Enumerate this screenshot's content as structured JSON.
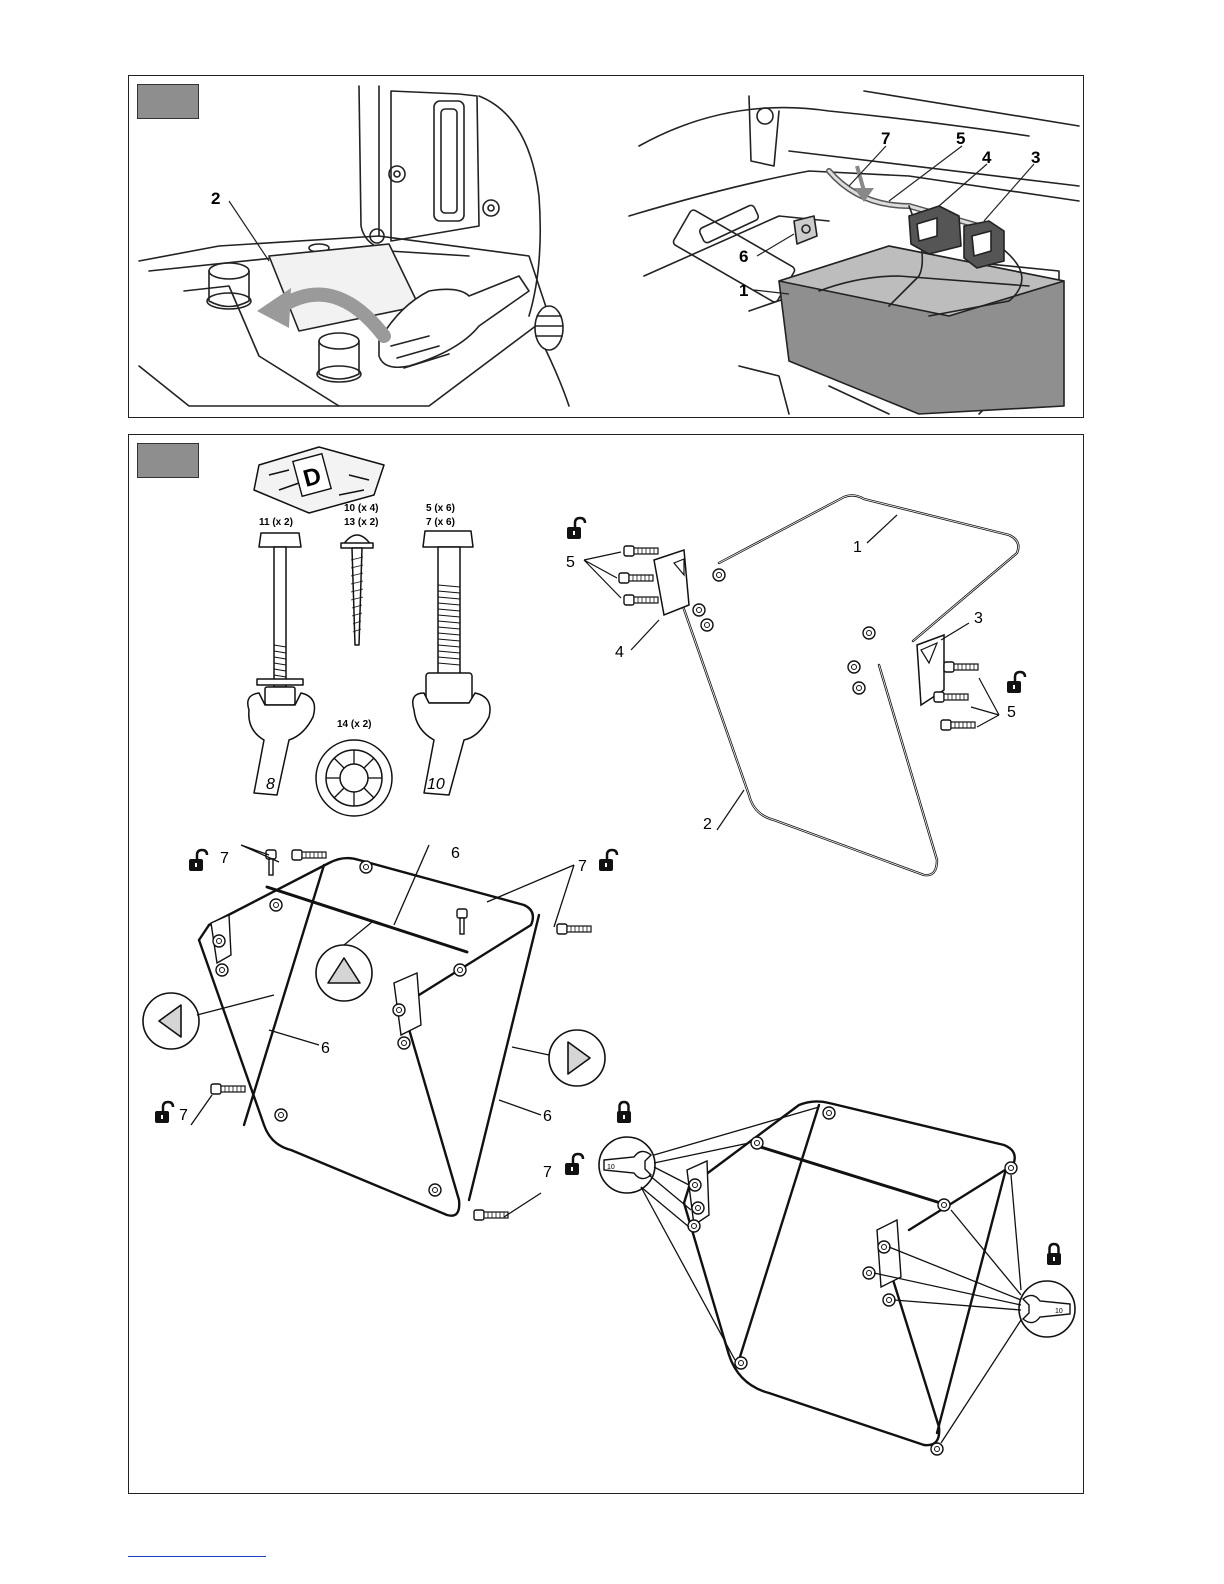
{
  "figure_top": {
    "left_callouts": {
      "c2": "2"
    },
    "right_callouts": {
      "c7": "7",
      "c5": "5",
      "c4": "4",
      "c3": "3",
      "c6": "6",
      "c1": "1"
    }
  },
  "figure_bottom": {
    "hardware": {
      "kit_letter": "D",
      "bolt11": "11 (x 2)",
      "screw10": "10 (x 4)",
      "screw13": "13 (x 2)",
      "bolt5": "5 (x 6)",
      "bolt7": "7 (x 6)",
      "washer14": "14 (x 2)",
      "wrench_left": "8",
      "wrench_right": "10"
    },
    "step1": {
      "c1": "1",
      "c2": "2",
      "c3": "3",
      "c4": "4",
      "c5a": "5",
      "c5b": "5"
    },
    "step2": {
      "c6a": "6",
      "c6b": "6",
      "c6c": "6",
      "c7a": "7",
      "c7b": "7",
      "c7c": "7",
      "c7d": "7"
    },
    "step3": {
      "wrench_left_size": "10",
      "wrench_right_size": "10"
    }
  }
}
